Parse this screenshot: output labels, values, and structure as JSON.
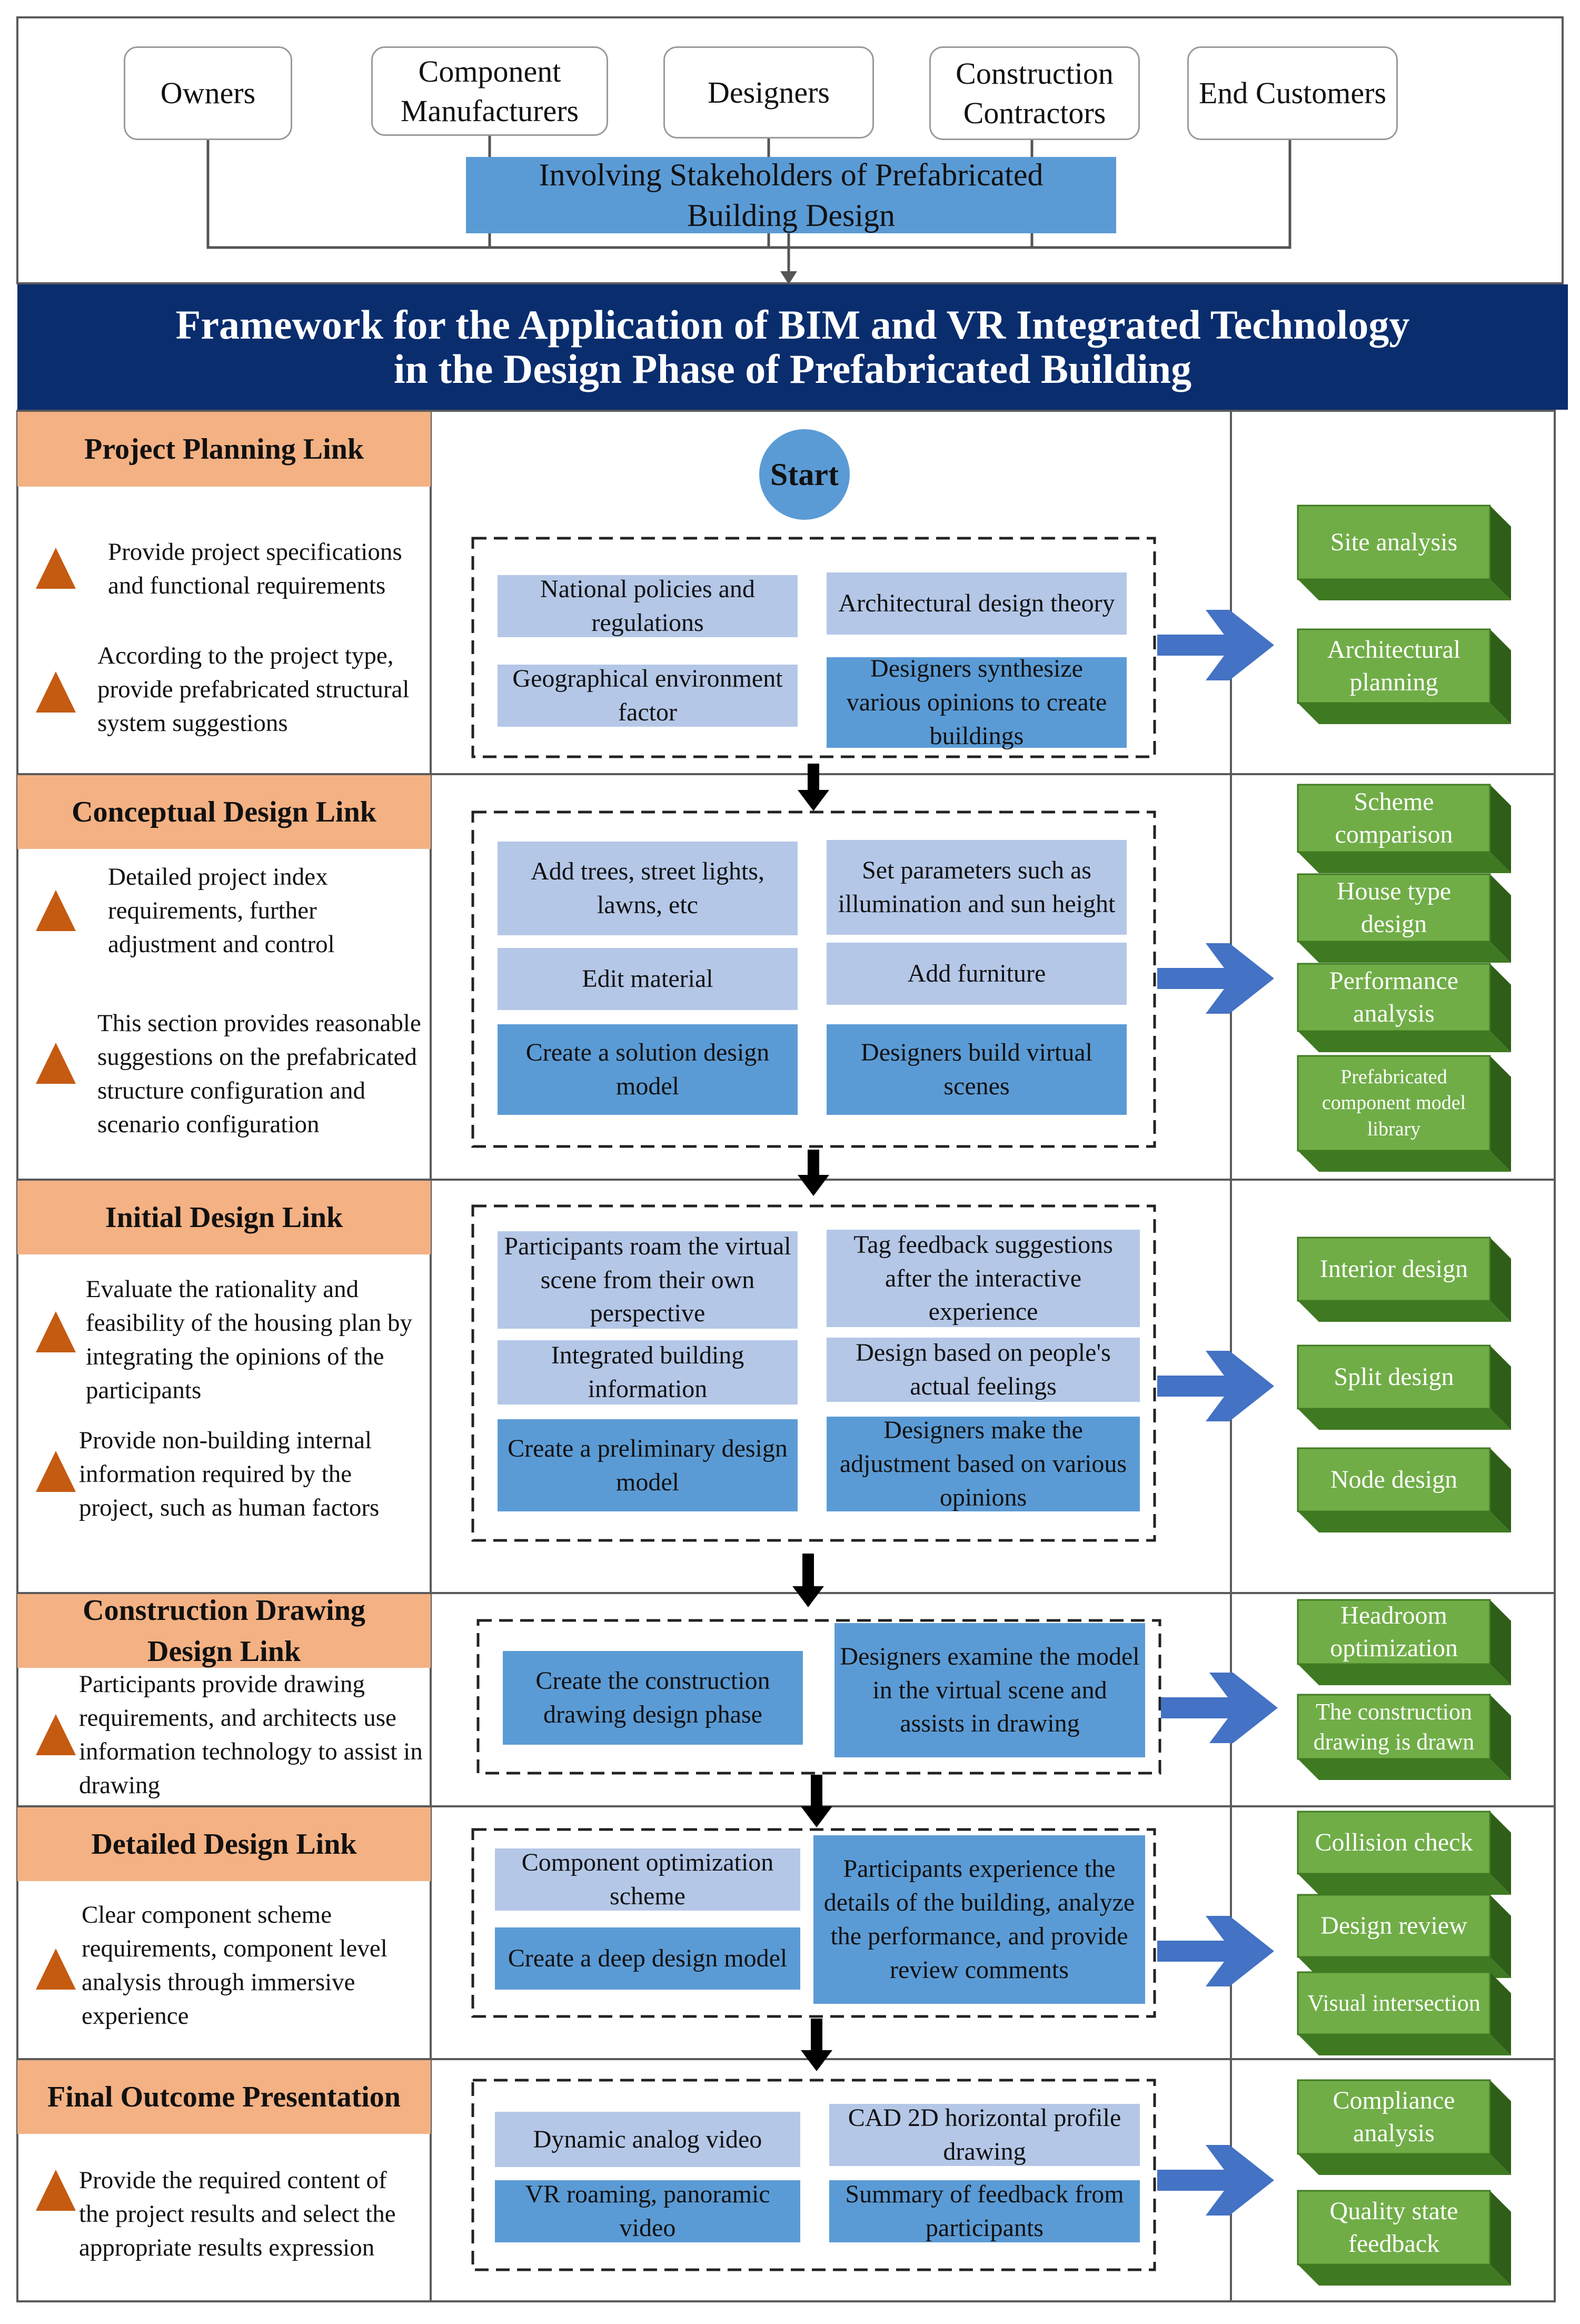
{
  "stakeholders": [
    "Owners",
    "Component Manufacturers",
    "Designers",
    "Construction Contractors",
    "End Customers"
  ],
  "involving_label": "Involving Stakeholders  of Prefabricated Building Design",
  "title": {
    "line1": "Framework for the Application of BIM and VR Integrated Technology",
    "line2": "in the Design Phase of Prefabricated Building"
  },
  "start_label": "Start",
  "stages": [
    {
      "name": "Project Planning Link",
      "notes": [
        "Provide project specifications and functional requirements",
        "According to the project type, provide prefabricated structural system suggestions"
      ],
      "steps": [
        "National policies and regulations",
        "Architectural design theory",
        "Geographical environment factor",
        "Designers synthesize various opinions to create buildings"
      ],
      "outcomes": [
        "Site analysis",
        "Architectural planning"
      ]
    },
    {
      "name": "Conceptual Design Link",
      "notes": [
        "Detailed project index requirements, further adjustment and control",
        "This section provides reasonable suggestions on the prefabricated structure configuration and scenario configuration"
      ],
      "steps": [
        "Add trees, street lights, lawns, etc",
        "Set parameters such as illumination and sun height",
        "Edit material",
        "Add furniture",
        "Create a solution design model",
        "Designers build virtual scenes"
      ],
      "outcomes": [
        "Scheme comparison",
        "House type design",
        "Performance analysis",
        "Prefabricated component model library"
      ]
    },
    {
      "name": "Initial Design Link",
      "notes": [
        "Evaluate the rationality and feasibility of the housing plan by integrating the opinions of the participants",
        "Provide non-building internal information required by the project, such as human factors"
      ],
      "steps": [
        "Participants roam the virtual scene from their own perspective",
        "Tag feedback suggestions after the interactive experience",
        "Integrated building information",
        "Design based on people's actual feelings",
        "Create a preliminary design model",
        "Designers  make the adjustment based on various opinions"
      ],
      "outcomes": [
        "Interior design",
        "Split design",
        "Node design"
      ]
    },
    {
      "name": "Construction Drawing Design Link",
      "notes": [
        "Participants provide drawing requirements, and architects use information technology to assist in drawing"
      ],
      "steps": [
        "Create the construction drawing design phase",
        "Designers   examine the model in the virtual scene and assists in drawing"
      ],
      "outcomes": [
        "Headroom optimization",
        "The construction drawing is drawn"
      ]
    },
    {
      "name": "Detailed Design Link",
      "notes": [
        "Clear component scheme requirements, component level analysis through immersive experience"
      ],
      "steps": [
        "Component optimization scheme",
        "Create a deep design model",
        "Participants experience the details of the building, analyze the performance, and provide review comments"
      ],
      "outcomes": [
        "Collision check",
        "Design review",
        "Visual intersection"
      ]
    },
    {
      "name": "Final Outcome Presentation",
      "notes": [
        "Provide the required content of the project results and select the appropriate results expression"
      ],
      "steps": [
        "Dynamic analog video",
        "CAD 2D horizontal profile drawing",
        "VR roaming, panoramic video",
        "Summary of feedback from participants"
      ],
      "outcomes": [
        "Compliance analysis",
        "Quality state feedback"
      ]
    }
  ],
  "colors": {
    "title_bg": "#0a2d6e",
    "stage_header": "#f4b183",
    "light_box": "#b4c7e7",
    "dark_box": "#5b9bd5",
    "outcome_box": "#70ad47",
    "arrow": "#4472c4",
    "triangle": "#c55a11"
  }
}
